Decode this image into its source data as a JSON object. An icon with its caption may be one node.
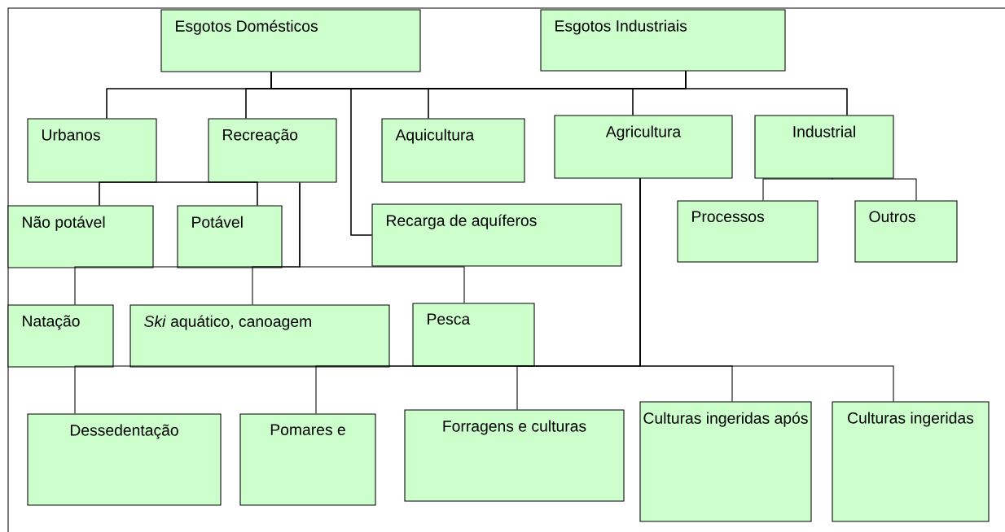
{
  "diagram": {
    "nodes": [
      {
        "text": [
          "Esgotos Domésticos"
        ]
      },
      {
        "text": [
          "Esgotos Industriais"
        ]
      },
      {
        "text": [
          "Urbanos"
        ]
      },
      {
        "text": [
          "Recreação"
        ]
      },
      {
        "text": [
          "Aquicultura"
        ]
      },
      {
        "text": [
          "Agricultura"
        ]
      },
      {
        "text": [
          "Industrial"
        ]
      },
      {
        "text": [
          "Não potável"
        ]
      },
      {
        "text": [
          "Potável"
        ]
      },
      {
        "text": [
          "Recarga de aquíferos"
        ]
      },
      {
        "text": [
          "Processos"
        ]
      },
      {
        "text": [
          "Outros"
        ]
      },
      {
        "text": [
          "Natação"
        ]
      },
      {
        "text": [
          "*Ski* aquático, canoagem"
        ]
      },
      {
        "text": [
          "Pesca"
        ]
      },
      {
        "text": [
          "Dessedentação"
        ]
      },
      {
        "text": [
          "Pomares e"
        ]
      },
      {
        "text": [
          "Forragens e culturas"
        ]
      },
      {
        "text": [
          "Culturas ingeridas após"
        ]
      },
      {
        "text": [
          "Culturas ingeridas"
        ]
      }
    ],
    "edges": [
      {
        "from": 0,
        "to": 2,
        "arrow": "none"
      },
      {
        "from": 0,
        "to": 3,
        "arrow": "none"
      },
      {
        "from": 0,
        "to": 4,
        "arrow": "none"
      },
      {
        "from": 0,
        "to": 9,
        "arrow": "none"
      },
      {
        "from": 0,
        "to": 5,
        "arrow": "none"
      },
      {
        "from": 0,
        "to": 6,
        "arrow": "none"
      },
      {
        "from": 1,
        "to": 2,
        "arrow": "none"
      },
      {
        "from": 1,
        "to": 3,
        "arrow": "none"
      },
      {
        "from": 1,
        "to": 4,
        "arrow": "none"
      },
      {
        "from": 1,
        "to": 9,
        "arrow": "none"
      },
      {
        "from": 1,
        "to": 5,
        "arrow": "none"
      },
      {
        "from": 1,
        "to": 6,
        "arrow": "none"
      },
      {
        "from": 2,
        "to": 7,
        "arrow": "none"
      },
      {
        "from": 2,
        "to": 8,
        "arrow": "none"
      },
      {
        "from": 3,
        "to": 7,
        "arrow": "none"
      },
      {
        "from": 3,
        "to": 8,
        "arrow": "none"
      },
      {
        "from": 3,
        "to": 12,
        "arrow": "none"
      },
      {
        "from": 3,
        "to": 13,
        "arrow": "none"
      },
      {
        "from": 3,
        "to": 14,
        "arrow": "none"
      },
      {
        "from": 6,
        "to": 10,
        "arrow": "none"
      },
      {
        "from": 6,
        "to": 11,
        "arrow": "none"
      },
      {
        "from": 5,
        "to": 15,
        "arrow": "none"
      },
      {
        "from": 5,
        "to": 16,
        "arrow": "none"
      },
      {
        "from": 5,
        "to": 17,
        "arrow": "none"
      },
      {
        "from": 5,
        "to": 18,
        "arrow": "none"
      },
      {
        "from": 5,
        "to": 19,
        "arrow": "none"
      }
    ]
  }
}
